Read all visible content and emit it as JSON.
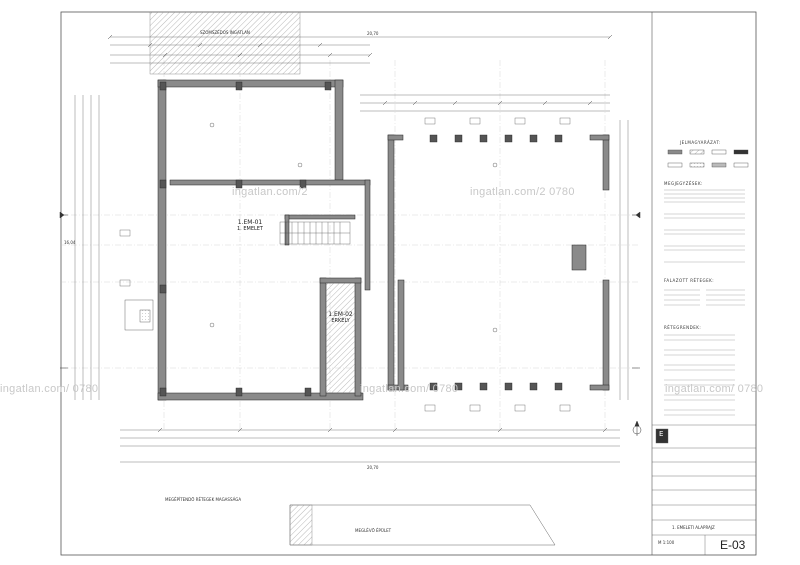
{
  "watermarks": [
    "ingatlan.com/2",
    "ingatlan.com/2  0780",
    "ingatlan.com/  0780",
    "ingatlan.com/  0780",
    "ingatlan.com/  0780"
  ],
  "rooms": [
    {
      "id": "1.EM-01",
      "name": "1.EM-01",
      "label": "1. EMELET"
    },
    {
      "id": "1.EM-02",
      "name": "1.EM-02",
      "label": "ERKÉLY"
    }
  ],
  "dimensions": {
    "overall_top": "20,70",
    "overall_bottom": "20,70",
    "left_vertical": "16,04"
  },
  "legend": {
    "title": "JELMAGYARÁZAT:",
    "notes_title": "MEGJEGYZÉSEK:",
    "openings_title": "FALAZOTT RÉTEGEK:",
    "layers_title": "RÉTEGRENDEK:"
  },
  "annotations": {
    "top_neighbor": "SZOMSZÉDOS INGATLAN",
    "bottom_neighbor": "MEGLÉVŐ ÉPÜLET",
    "left_block": "MEGÉPÍTENDŐ RÉTEGEK MAGASSÁGA"
  },
  "title_block": {
    "logo": "E",
    "drawing_number": "E-03",
    "scale": "M 1:100",
    "sheet_title": "1. EMELETI ALAPRAJZ"
  },
  "colors": {
    "line": "#333333",
    "wall_fill": "#8a8a8a",
    "hatch": "#9a9a9a",
    "grid": "#bdbdbd",
    "watermark": "#c8c8c8"
  }
}
